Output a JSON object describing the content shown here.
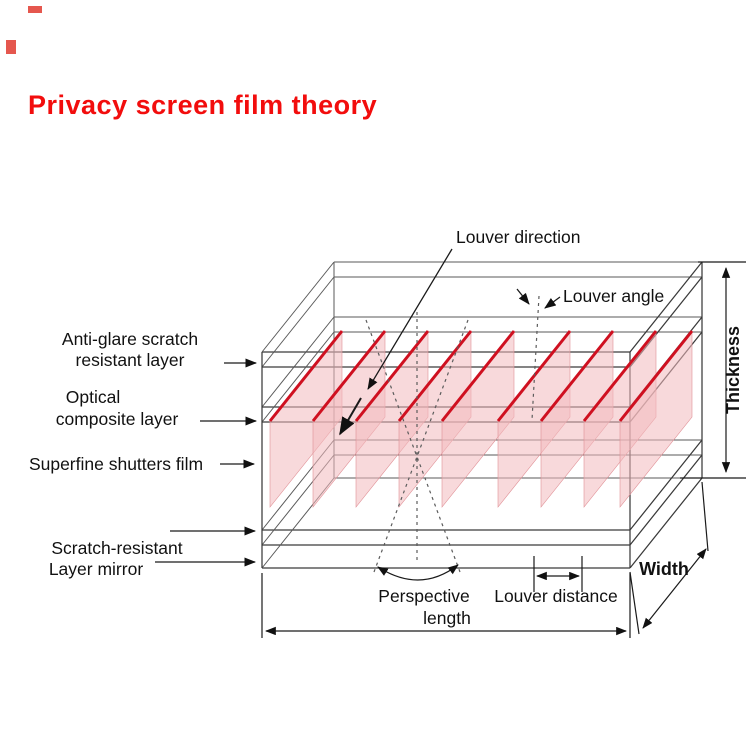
{
  "title": "Privacy screen film theory",
  "diagram": {
    "callouts": {
      "louver_direction": "Louver direction",
      "louver_angle": "Louver angle",
      "anti_glare_line1": "Anti-glare scratch",
      "anti_glare_line2": "resistant layer",
      "optical_line1": "Optical",
      "optical_line2": "composite layer",
      "superfine_shutters": "Superfine shutters film",
      "scratch_resistant_line1": "Scratch-resistant",
      "scratch_resistant_line2": "Layer mirror"
    },
    "dimensions": {
      "thickness": "Thickness",
      "width": "Width",
      "length": "length",
      "perspective": "Perspective",
      "louver_distance": "Louver distance"
    },
    "colors": {
      "title": "#f20d0d",
      "louver_edge": "#cf1020",
      "louver_fill": "#f3b9bd",
      "line": "#3a3a3a"
    }
  }
}
